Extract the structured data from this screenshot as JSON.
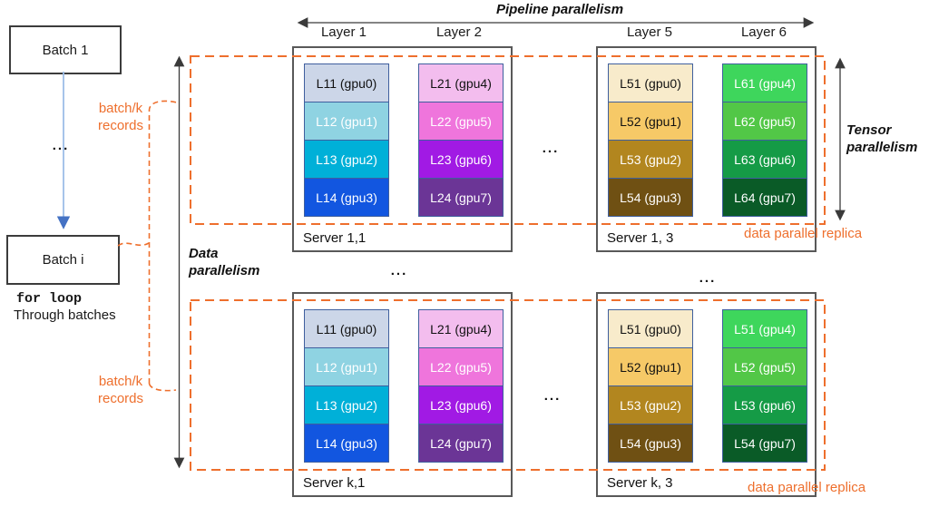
{
  "colors": {
    "accent_orange": "#ee6f2d",
    "arrow_gray": "#3a3a3a",
    "batch_arrow_line": "#9dbde8",
    "batch_arrow_head": "#4472c4",
    "cell_border": "#3f5f9e",
    "box_border": "#595959"
  },
  "pipeline_title": "Pipeline parallelism",
  "layer_headers": [
    "Layer 1",
    "Layer 2",
    "Layer 5",
    "Layer 6"
  ],
  "batch_flow": {
    "batch_1": "Batch 1",
    "batch_i": "Batch i",
    "loop_line_1": "for loop",
    "loop_line_2": "Through batches"
  },
  "data_parallelism_label": {
    "line1": "Data",
    "line2": "parallelism"
  },
  "tensor_parallelism_label": {
    "line1": "Tensor",
    "line2": "parallelism"
  },
  "batch_k_label": {
    "line1": "batch/k",
    "line2": "records"
  },
  "replica_label": "data parallel replica",
  "dots": "...",
  "servers": [
    {
      "name": "Server 1,1",
      "columns": [
        {
          "cells": [
            {
              "label": "L11 (gpu0)",
              "bg": "#ccd6e8",
              "fg": "#111111"
            },
            {
              "label": "L12 (gpu1)",
              "bg": "#8fd3e2",
              "fg": "#ffffff"
            },
            {
              "label": "L13 (gpu2)",
              "bg": "#00b0d8",
              "fg": "#ffffff"
            },
            {
              "label": "L14 (gpu3)",
              "bg": "#1256e0",
              "fg": "#ffffff"
            }
          ]
        },
        {
          "cells": [
            {
              "label": "L21 (gpu4)",
              "bg": "#f3bdee",
              "fg": "#111111"
            },
            {
              "label": "L22 (gpu5)",
              "bg": "#ef75dc",
              "fg": "#ffffff"
            },
            {
              "label": "L23 (gpu6)",
              "bg": "#a11ae4",
              "fg": "#ffffff"
            },
            {
              "label": "L24 (gpu7)",
              "bg": "#6b3596",
              "fg": "#ffffff"
            }
          ]
        }
      ]
    },
    {
      "name": "Server 1, 3",
      "columns": [
        {
          "cells": [
            {
              "label": "L51 (gpu0)",
              "bg": "#f8ebcb",
              "fg": "#111111"
            },
            {
              "label": "L52 (gpu1)",
              "bg": "#f6c967",
              "fg": "#111111"
            },
            {
              "label": "L53 (gpu2)",
              "bg": "#b2861f",
              "fg": "#ffffff"
            },
            {
              "label": "L54 (gpu3)",
              "bg": "#6f5013",
              "fg": "#ffffff"
            }
          ]
        },
        {
          "cells": [
            {
              "label": "L61 (gpu4)",
              "bg": "#3ed65c",
              "fg": "#ffffff"
            },
            {
              "label": "L62 (gpu5)",
              "bg": "#52c747",
              "fg": "#ffffff"
            },
            {
              "label": "L63 (gpu6)",
              "bg": "#159b46",
              "fg": "#ffffff"
            },
            {
              "label": "L64 (gpu7)",
              "bg": "#0a5b27",
              "fg": "#ffffff"
            }
          ]
        }
      ]
    },
    {
      "name": "Server k,1",
      "columns": [
        {
          "cells": [
            {
              "label": "L11 (gpu0)",
              "bg": "#ccd6e8",
              "fg": "#111111"
            },
            {
              "label": "L12 (gpu1)",
              "bg": "#8fd3e2",
              "fg": "#ffffff"
            },
            {
              "label": "L13 (gpu2)",
              "bg": "#00b0d8",
              "fg": "#ffffff"
            },
            {
              "label": "L14 (gpu3)",
              "bg": "#1256e0",
              "fg": "#ffffff"
            }
          ]
        },
        {
          "cells": [
            {
              "label": "L21 (gpu4)",
              "bg": "#f3bdee",
              "fg": "#111111"
            },
            {
              "label": "L22 (gpu5)",
              "bg": "#ef75dc",
              "fg": "#ffffff"
            },
            {
              "label": "L23 (gpu6)",
              "bg": "#a11ae4",
              "fg": "#ffffff"
            },
            {
              "label": "L24 (gpu7)",
              "bg": "#6b3596",
              "fg": "#ffffff"
            }
          ]
        }
      ]
    },
    {
      "name": "Server k, 3",
      "columns": [
        {
          "cells": [
            {
              "label": "L51 (gpu0)",
              "bg": "#f8ebcb",
              "fg": "#111111"
            },
            {
              "label": "L52 (gpu1)",
              "bg": "#f6c967",
              "fg": "#111111"
            },
            {
              "label": "L53 (gpu2)",
              "bg": "#b2861f",
              "fg": "#ffffff"
            },
            {
              "label": "L54 (gpu3)",
              "bg": "#6f5013",
              "fg": "#ffffff"
            }
          ]
        },
        {
          "cells": [
            {
              "label": "L51 (gpu4)",
              "bg": "#3ed65c",
              "fg": "#ffffff"
            },
            {
              "label": "L52 (gpu5)",
              "bg": "#52c747",
              "fg": "#ffffff"
            },
            {
              "label": "L53 (gpu6)",
              "bg": "#159b46",
              "fg": "#ffffff"
            },
            {
              "label": "L54 (gpu7)",
              "bg": "#0a5b27",
              "fg": "#ffffff"
            }
          ]
        }
      ]
    }
  ]
}
